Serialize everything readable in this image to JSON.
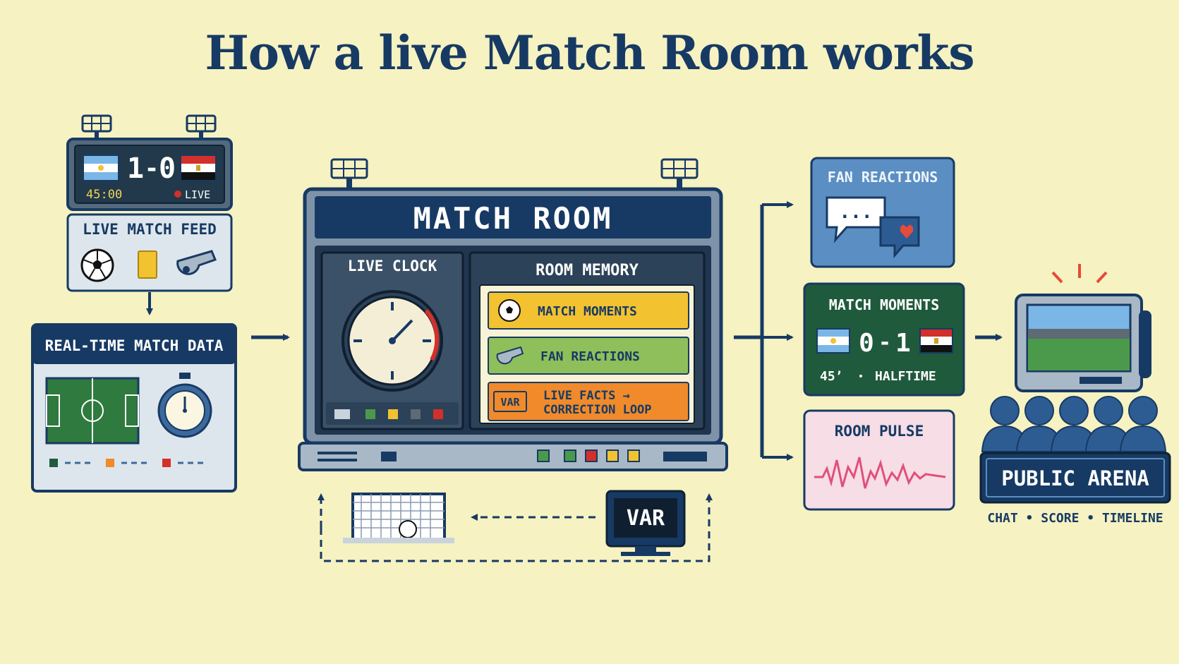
{
  "title": "How a live Match Room works",
  "feed": {
    "score_left": "1",
    "score_dash": "-",
    "score_right": "0",
    "clock": "45:00",
    "live": "LIVE",
    "label": "LIVE MATCH FEED",
    "icons": [
      "soccer-ball-icon",
      "yellow-card-icon",
      "whistle-icon"
    ]
  },
  "realtime": {
    "label": "REAL-TIME MATCH DATA",
    "icons": [
      "pitch-icon",
      "stopwatch-icon"
    ]
  },
  "room": {
    "title": "MATCH ROOM",
    "clock_label": "LIVE CLOCK",
    "memory_label": "ROOM MEMORY",
    "memory_items": [
      {
        "icon": "soccer-ball-icon",
        "label": "MATCH MOMENTS",
        "color": "#f2c230"
      },
      {
        "icon": "whistle-icon",
        "label": "FAN REACTIONS",
        "color": "#8fbf5a"
      },
      {
        "icon": "VAR",
        "label_line1": "LIVE FACTS →",
        "label_line2": "CORRECTION LOOP",
        "color": "#f08a2a"
      }
    ]
  },
  "loop": {
    "var_label": "VAR",
    "icons": [
      "goal-net-icon",
      "var-monitor-icon"
    ]
  },
  "outputs": {
    "fan_reactions": {
      "label": "FAN REACTIONS",
      "dots": "...",
      "icons": [
        "chat-bubble-icon",
        "heart-icon"
      ]
    },
    "match_moments": {
      "label": "MATCH MOMENTS",
      "score_left": "0",
      "score_dash": "-",
      "score_right": "1",
      "minute": "45’",
      "sep": "•",
      "status": "HALFTIME"
    },
    "room_pulse": {
      "label": "ROOM PULSE"
    }
  },
  "arena": {
    "label": "PUBLIC ARENA",
    "sub": "CHAT • SCORE • TIMELINE",
    "icons": [
      "tv-icon",
      "crowd-icon"
    ]
  },
  "colors": {
    "navy": "#173a64",
    "background": "#f6f2c1",
    "panel": "#dde6ec",
    "green_panel": "#1f5a3c",
    "pink_panel": "#f6dde6",
    "blue_panel": "#5b8ec2"
  }
}
